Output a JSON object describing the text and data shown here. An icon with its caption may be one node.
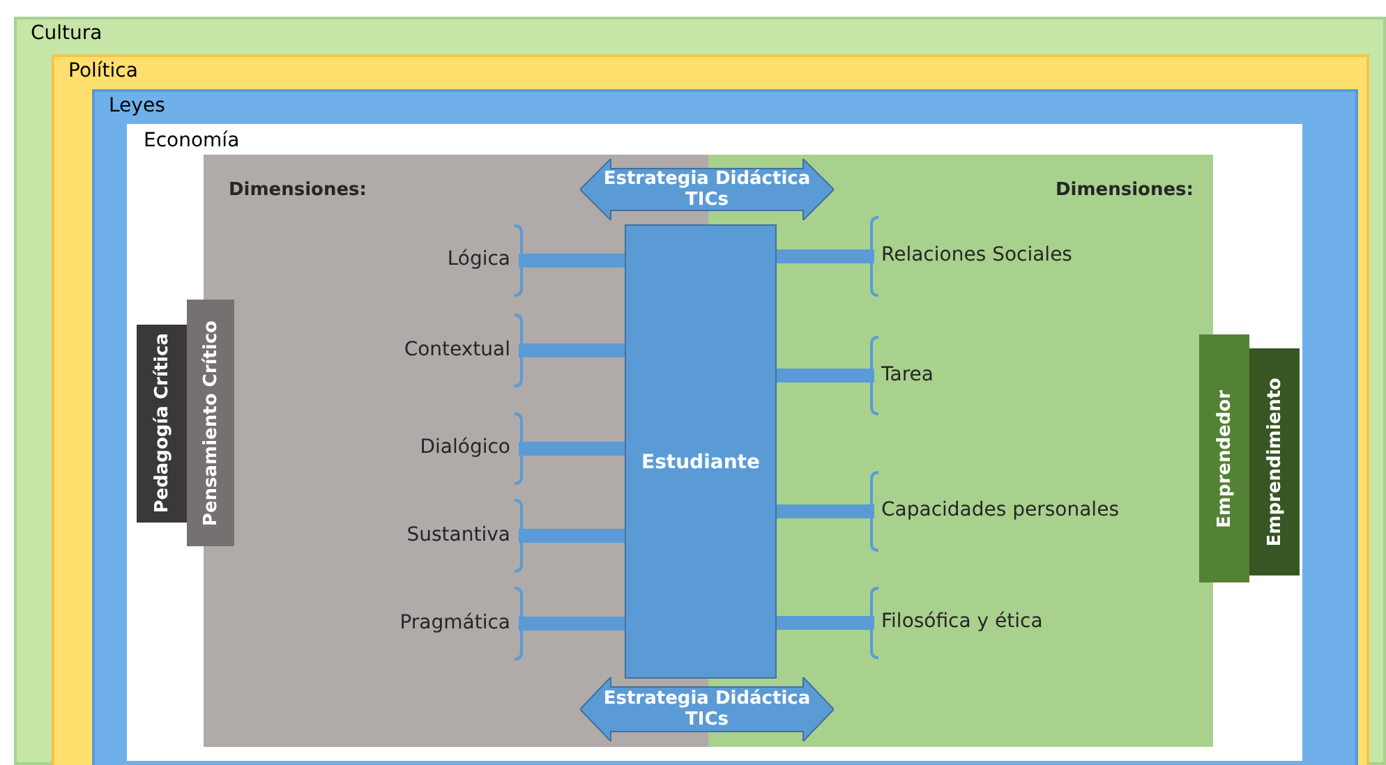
{
  "diagram": {
    "nodes": [
      {
        "text": [
          "Cultura"
        ]
      },
      {
        "text": [
          "Política"
        ],
        "in": 0
      },
      {
        "text": [
          "Leyes"
        ],
        "in": 1
      },
      {
        "text": [
          "Economía"
        ],
        "in": 2
      },
      {
        "text": [
          "Dimensiones:"
        ],
        "in": 3
      },
      {
        "text": [
          "Dimensiones:"
        ],
        "in": 3
      },
      {
        "text": [
          "Estrategia Didáctica TICs"
        ],
        "in": 3
      },
      {
        "text": [
          "Estudiante"
        ],
        "in": 3
      },
      {
        "text": [
          "Estrategia Didáctica TICs"
        ],
        "in": 3
      },
      {
        "text": [
          "Lógica"
        ],
        "in": 4
      },
      {
        "text": [
          "Contextual"
        ],
        "in": 4
      },
      {
        "text": [
          "Dialógico"
        ],
        "in": 4
      },
      {
        "text": [
          "Sustantiva"
        ],
        "in": 4
      },
      {
        "text": [
          "Pragmática"
        ],
        "in": 4
      },
      {
        "text": [
          "Relaciones Sociales"
        ],
        "in": 5
      },
      {
        "text": [
          "Tarea"
        ],
        "in": 5
      },
      {
        "text": [
          "Capacidades personales"
        ],
        "in": 5
      },
      {
        "text": [
          "Filosófica y ética"
        ],
        "in": 5
      },
      {
        "text": [
          "Pedagogía Crítica"
        ],
        "in": 3
      },
      {
        "text": [
          "Pensamiento Crítico"
        ],
        "in": 3
      },
      {
        "text": [
          "Emprendedor"
        ],
        "in": 3
      },
      {
        "text": [
          "Emprendimiento"
        ],
        "in": 3
      }
    ],
    "edges": [
      {
        "from": 7,
        "to": 9,
        "arrow": "none"
      },
      {
        "from": 7,
        "to": 10,
        "arrow": "none"
      },
      {
        "from": 7,
        "to": 11,
        "arrow": "none"
      },
      {
        "from": 7,
        "to": 12,
        "arrow": "none"
      },
      {
        "from": 7,
        "to": 13,
        "arrow": "none"
      },
      {
        "from": 7,
        "to": 14,
        "arrow": "none"
      },
      {
        "from": 7,
        "to": 15,
        "arrow": "none"
      },
      {
        "from": 7,
        "to": 16,
        "arrow": "none"
      },
      {
        "from": 7,
        "to": 17,
        "arrow": "none"
      }
    ]
  }
}
